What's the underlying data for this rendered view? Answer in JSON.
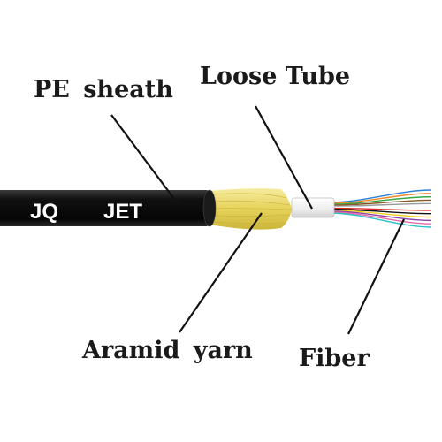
{
  "labels": {
    "pe_sheath": "PE sheath",
    "loose_tube": "Loose Tube",
    "aramid_yarn": "Aramid yarn",
    "fiber": "Fiber"
  },
  "cable_print": {
    "left": "JQ",
    "right": "JET"
  },
  "colors": {
    "sheath": "#0d0d0d",
    "aramid": "#e8d86a",
    "loose_tube": "#f4f4f4",
    "fibers": [
      "#2e7fd6",
      "#f08a24",
      "#39a845",
      "#8a5a2b",
      "#9a9a9a",
      "#ffffff",
      "#d92b2b",
      "#111111",
      "#f2d21c",
      "#8e44ad",
      "#e66aa8",
      "#27c4c8"
    ]
  }
}
